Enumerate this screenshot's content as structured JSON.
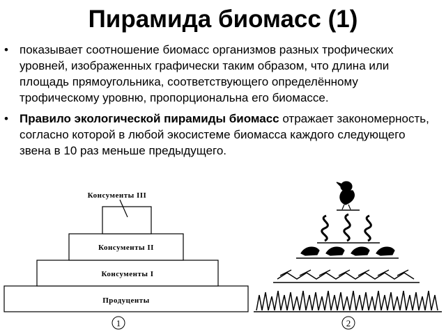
{
  "title": "Пирамида биомасс (1)",
  "bullets": {
    "first": {
      "text": "показывает соотношение биомасс организмов разных трофических уровней, изображенных графически таким образом, что длина или площадь прямоугольника, соответствующего определённому трофическому уровню, пропорциональна его биомассе."
    },
    "second": {
      "bold": "Правило экологической пирамиды биомасс",
      "text": " отражает закономерность, согласно которой в любой экосистеме биомасса каждого следующего звена в 10 раз меньше предыдущего."
    }
  },
  "figure1": {
    "levels": {
      "top": "Консументы III",
      "second": "Консументы II",
      "third": "Консументы I",
      "base": "Продуценты"
    },
    "number": "1"
  },
  "figure2": {
    "number": "2",
    "icons": [
      "bird-icon",
      "snake-icon",
      "frog-icon",
      "insect-icon",
      "grass-icon"
    ]
  }
}
